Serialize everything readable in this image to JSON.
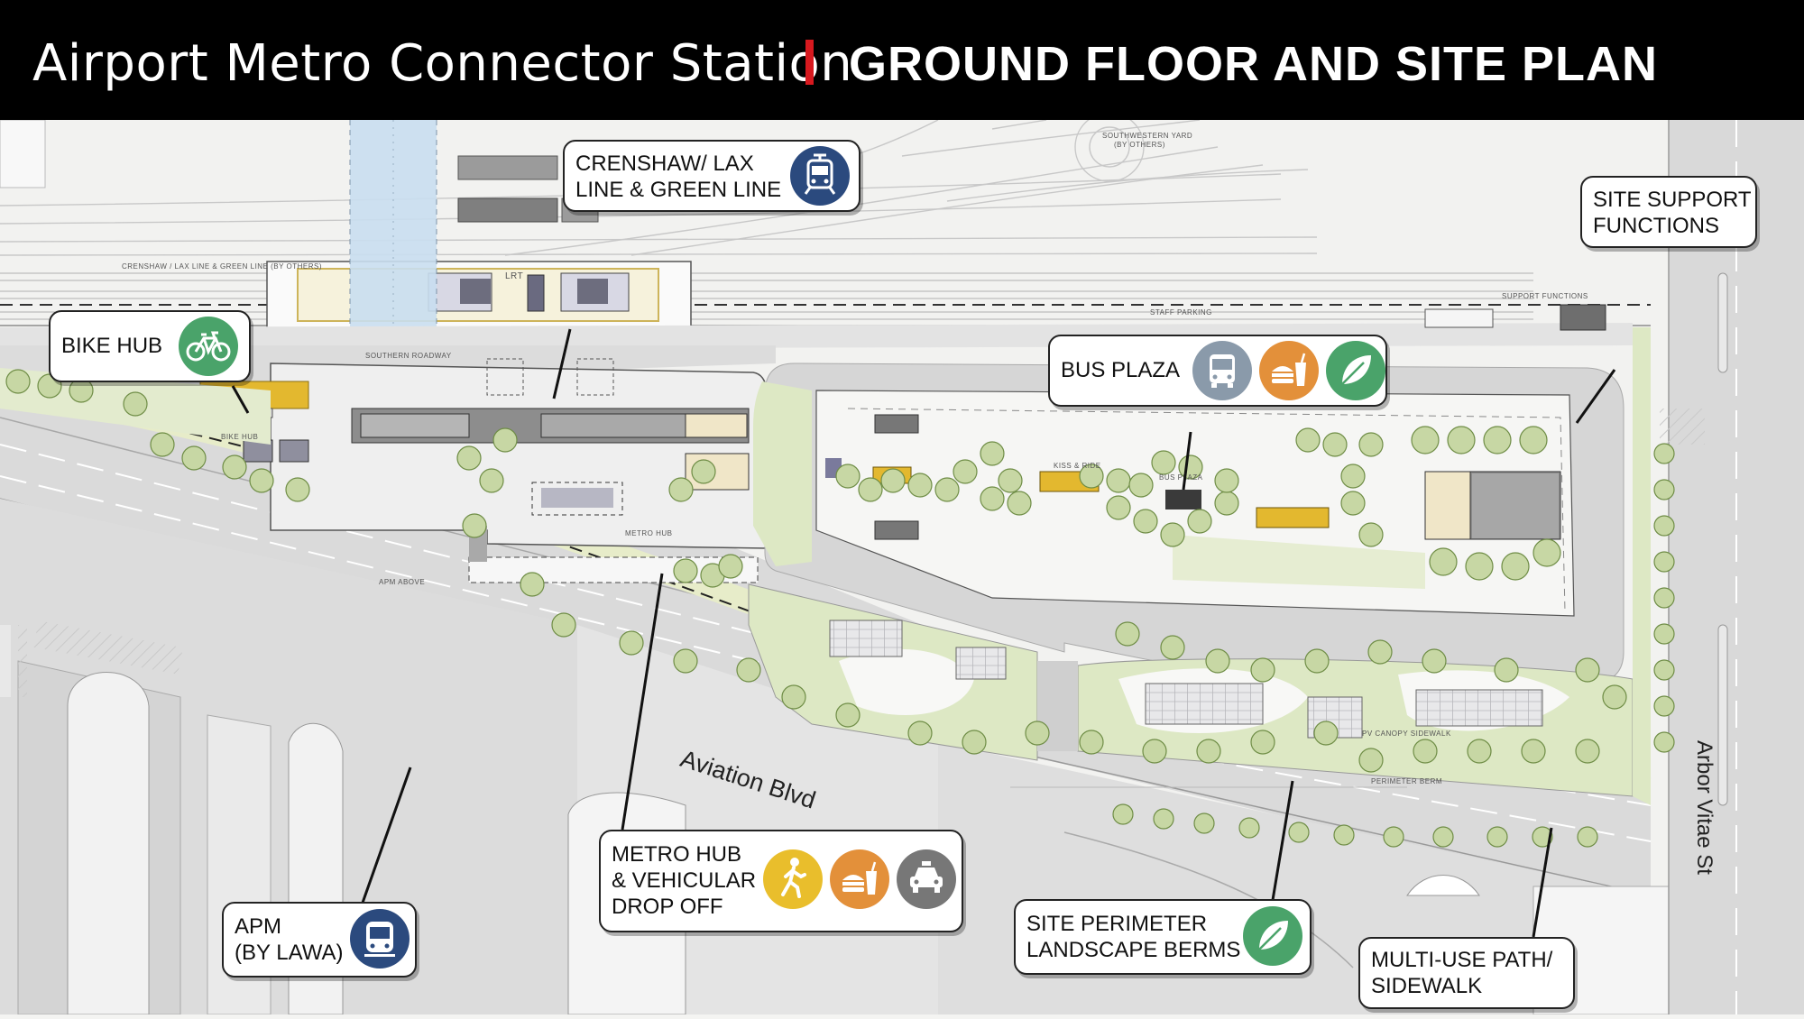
{
  "header": {
    "station_name": "Airport Metro Connector Station",
    "plan_title": "GROUND FLOOR AND SITE PLAN"
  },
  "colors": {
    "header_bg": "#000000",
    "divider": "#d7191f",
    "icon_navy": "#2b4a7e",
    "icon_green": "#4aa36a",
    "icon_gray_blue": "#8a9aaa",
    "icon_orange": "#e3903a",
    "icon_yellow": "#e9be2c",
    "icon_gray": "#777777",
    "landscape_green": "#dde8c4",
    "apm_blue": "#c9def0"
  },
  "callouts": {
    "crenshaw": {
      "lines": [
        "CRENSHAW/ LAX",
        "LINE & GREEN LINE"
      ],
      "icons": [
        "light-rail-icon"
      ]
    },
    "site_support": {
      "lines": [
        "SITE SUPPORT",
        "FUNCTIONS"
      ]
    },
    "bike_hub": {
      "lines": [
        "BIKE HUB"
      ],
      "icons": [
        "bicycle-icon"
      ]
    },
    "bus_plaza": {
      "lines": [
        "BUS PLAZA"
      ],
      "icons": [
        "bus-icon",
        "food-icon",
        "leaf-icon"
      ]
    },
    "metro_hub": {
      "lines": [
        "METRO HUB",
        "& VEHICULAR",
        "DROP OFF"
      ],
      "icons": [
        "pedestrian-icon",
        "food-icon",
        "taxi-icon"
      ]
    },
    "apm": {
      "lines": [
        "APM",
        "(BY LAWA)"
      ],
      "icons": [
        "people-mover-icon"
      ]
    },
    "perimeter": {
      "lines": [
        "SITE PERIMETER",
        "LANDSCAPE BERMS"
      ],
      "icons": [
        "leaf-icon"
      ]
    },
    "multi_use": {
      "lines": [
        "MULTI-USE PATH/",
        "SIDEWALK"
      ]
    }
  },
  "streets": {
    "aviation": "Aviation Blvd",
    "arbor_vitae": "Arbor Vitae St"
  },
  "plan_labels": {
    "lrt": "LRT",
    "southwestern_yard": "SOUTHWESTERN YARD",
    "by_others": "(BY OTHERS)",
    "crenshaw_line_small": "CRENSHAW / LAX LINE & GREEN LINE (BY OTHERS)",
    "staff_parking": "STAFF PARKING",
    "support_functions": "SUPPORT FUNCTIONS",
    "southern_roadway": "SOUTHERN ROADWAY",
    "bike_hub_small": "BIKE HUB",
    "metro_hub_small": "METRO HUB",
    "bus_plaza_small": "BUS PLAZA",
    "kiss_ride": "KISS & RIDE",
    "apm_above": "APM ABOVE",
    "pv_canopy": "PV CANOPY SIDEWALK",
    "perimeter_berm": "PERIMETER BERM"
  }
}
